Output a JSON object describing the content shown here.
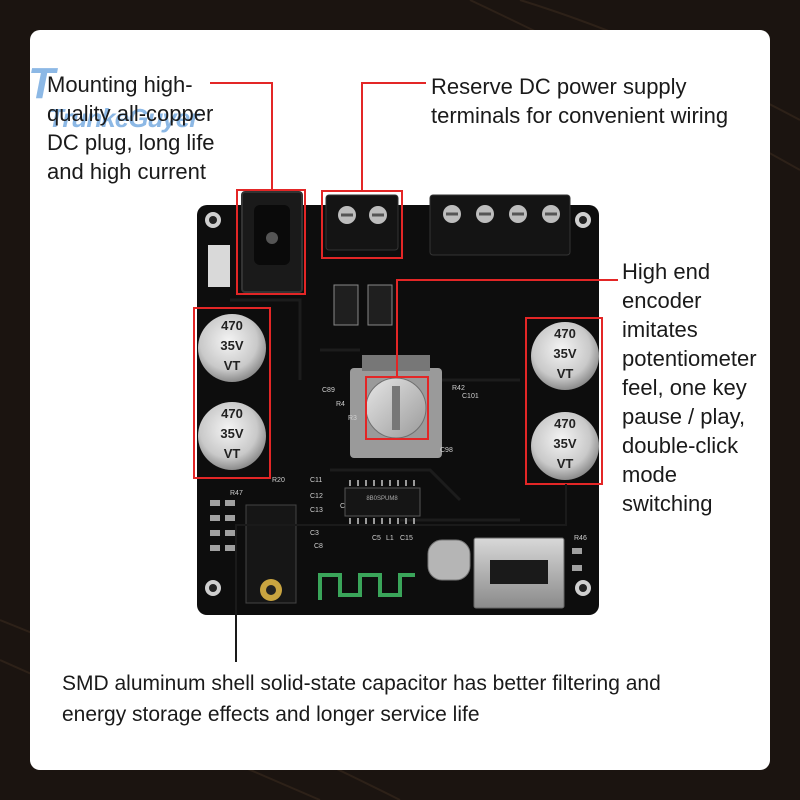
{
  "labels": {
    "dc_plug": [
      "Mounting high-",
      "quality all-copper",
      "DC plug, long life",
      "and high current"
    ],
    "reserve_dc": [
      "Reserve DC power supply",
      "terminals for convenient wiring"
    ],
    "encoder": [
      "High end",
      "encoder",
      "imitates",
      "potentiometer",
      "feel, one key",
      "pause / play,",
      "double-click",
      "mode",
      "switching"
    ],
    "capacitor": [
      "SMD aluminum shell solid-state capacitor has better filtering and",
      "energy storage effects and longer service life"
    ]
  },
  "watermark": {
    "letter": "T",
    "text": "TrunkeGuyer"
  },
  "board": {
    "capacitor_markings": [
      "470",
      "35V",
      "VT"
    ],
    "chip_marking": "8B0SPUM8",
    "silkscreen": [
      "C89",
      "R4",
      "R3",
      "R42",
      "C101",
      "C98",
      "R20",
      "C11",
      "C12",
      "C13",
      "C3",
      "C5",
      "L1",
      "C15",
      "R46",
      "R47",
      "C10",
      "C8"
    ]
  },
  "colors": {
    "highlight": "#e32626",
    "board": "#0d0d0d",
    "card": "#ffffff",
    "background": "#1b1410"
  }
}
